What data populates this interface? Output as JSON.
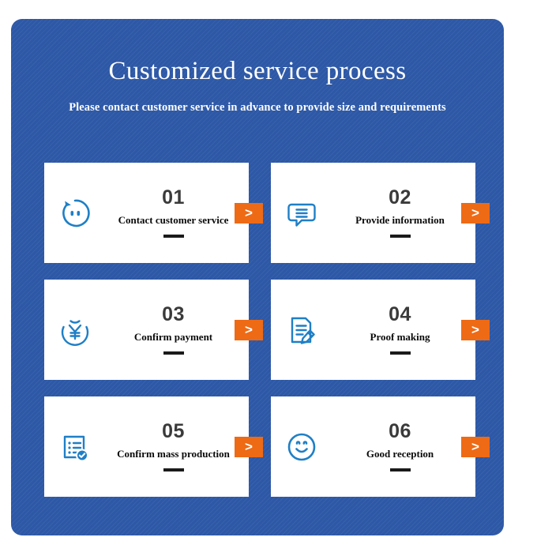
{
  "header": {
    "title": "Customized service process",
    "subtitle": "Please contact customer service in advance to provide size and requirements"
  },
  "theme": {
    "panel_blue": "#2d58a6",
    "card_white": "#ffffff",
    "accent_orange": "#ee6a15",
    "icon_blue": "#1f7fc6",
    "number_gray": "#3a3a3a"
  },
  "steps": [
    {
      "number": "01",
      "label": "Contact customer service",
      "icon": "customer-service-face-icon",
      "action_label": ">"
    },
    {
      "number": "02",
      "label": "Provide information",
      "icon": "speech-bubble-lines-icon",
      "action_label": ">"
    },
    {
      "number": "03",
      "label": "Confirm payment",
      "icon": "yuan-currency-circle-icon",
      "action_label": ">"
    },
    {
      "number": "04",
      "label": "Proof making",
      "icon": "document-pencil-icon",
      "action_label": ">"
    },
    {
      "number": "05",
      "label": "Confirm mass production",
      "icon": "checklist-check-badge-icon",
      "action_label": ">"
    },
    {
      "number": "06",
      "label": "Good reception",
      "icon": "smiley-face-icon",
      "action_label": ">"
    }
  ]
}
